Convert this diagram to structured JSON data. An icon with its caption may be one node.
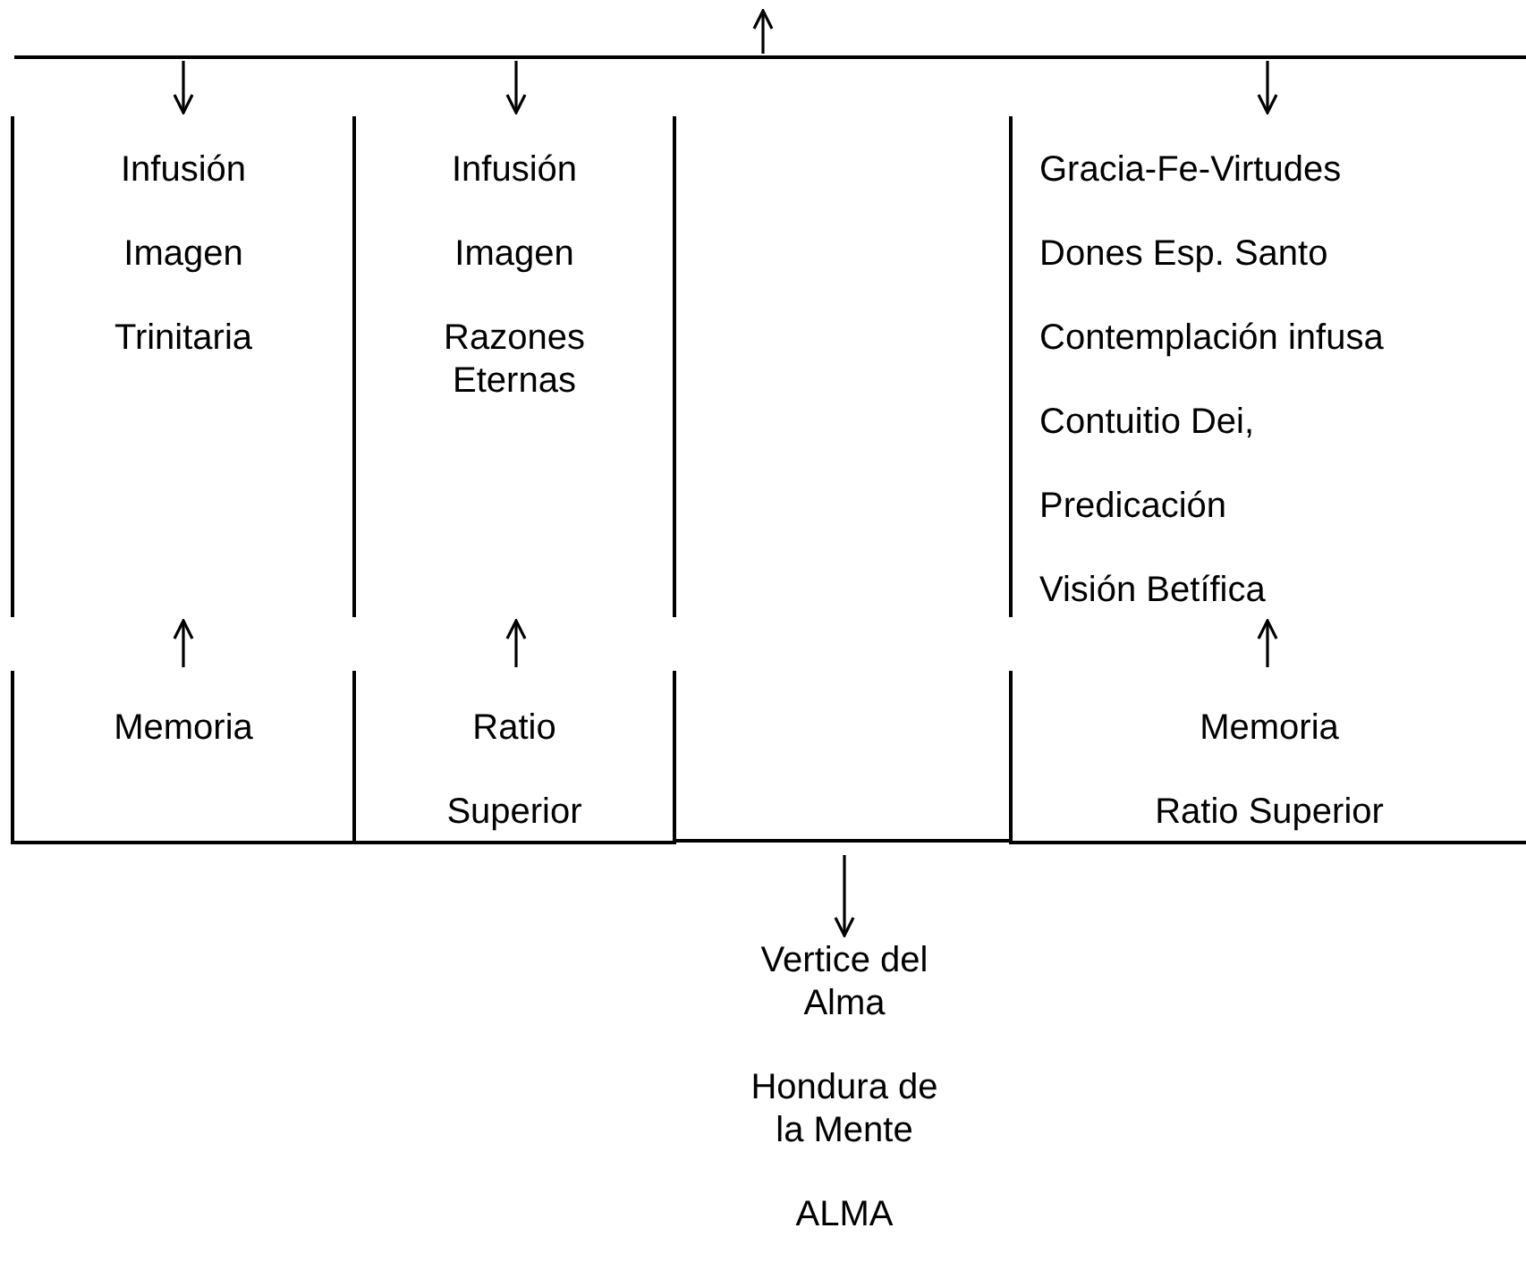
{
  "diagram": {
    "nodes": [
      {
        "text": [],
        "shape": "bar"
      },
      {
        "text": [
          "Infusión",
          "Imagen",
          "Trinitaria"
        ]
      },
      {
        "text": [
          "Infusión",
          "Imagen",
          "Razones Eternas"
        ]
      },
      {
        "text": [
          "Gracia-Fe-Virtudes",
          "Dones Esp. Santo",
          "Contemplación infusa",
          "Contuitio Dei,",
          "Predicación",
          "Visión Betífica"
        ]
      },
      {
        "text": [
          "Memoria"
        ]
      },
      {
        "text": [
          "Ratio",
          "Superior"
        ]
      },
      {
        "text": [
          "Memoria",
          "Ratio Superior"
        ]
      },
      {
        "text": [
          "Vertice del Alma",
          "Hondura de la Mente",
          "ALMA"
        ]
      }
    ],
    "edges": [
      {
        "from": 0,
        "to": null,
        "arrow": "to"
      },
      {
        "from": 0,
        "to": 1,
        "arrow": "to"
      },
      {
        "from": 0,
        "to": 2,
        "arrow": "to"
      },
      {
        "from": 0,
        "to": 3,
        "arrow": "to"
      },
      {
        "from": 4,
        "to": 1,
        "arrow": "to"
      },
      {
        "from": 5,
        "to": 2,
        "arrow": "to"
      },
      {
        "from": 6,
        "to": 3,
        "arrow": "to"
      },
      {
        "from": null,
        "to": 7,
        "arrow": "to"
      }
    ]
  }
}
